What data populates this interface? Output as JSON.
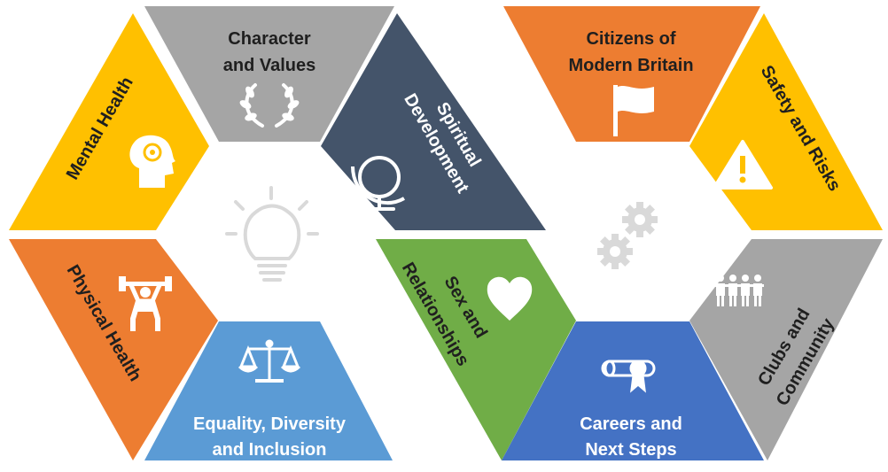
{
  "segments": [
    {
      "id": "character",
      "line1": "Character",
      "line2": "and Values",
      "icon": "laurel-wreath-icon",
      "color": "#a5a5a5"
    },
    {
      "id": "mental",
      "line1": "Mental Health",
      "line2": "",
      "icon": "head-brain-icon",
      "color": "#ffc000"
    },
    {
      "id": "spiritual",
      "line1": "Spiritual",
      "line2": "Development",
      "icon": "globe-icon",
      "color": "#44546a"
    },
    {
      "id": "physical",
      "line1": "Physical Health",
      "line2": "",
      "icon": "weightlifter-icon",
      "color": "#ed7d31"
    },
    {
      "id": "equality",
      "line1": "Equality, Diversity",
      "line2": "and Inclusion",
      "icon": "scales-icon",
      "color": "#5b9bd5"
    },
    {
      "id": "citizens",
      "line1": "Citizens of",
      "line2": "Modern Britain",
      "icon": "flag-icon",
      "color": "#ed7d31"
    },
    {
      "id": "safety",
      "line1": "Safety and Risks",
      "line2": "",
      "icon": "warning-icon",
      "color": "#ffc000"
    },
    {
      "id": "sex",
      "line1": "Sex and",
      "line2": "Relationships",
      "icon": "heart-icon",
      "color": "#70ad47"
    },
    {
      "id": "clubs",
      "line1": "Clubs and",
      "line2": "Community",
      "icon": "people-group-icon",
      "color": "#a5a5a5"
    },
    {
      "id": "careers",
      "line1": "Careers and",
      "line2": "Next Steps",
      "icon": "diploma-icon",
      "color": "#4472c4"
    }
  ],
  "center_icons": {
    "left": "lightbulb-icon",
    "right": "gears-icon",
    "color": "#d9d9d9"
  }
}
